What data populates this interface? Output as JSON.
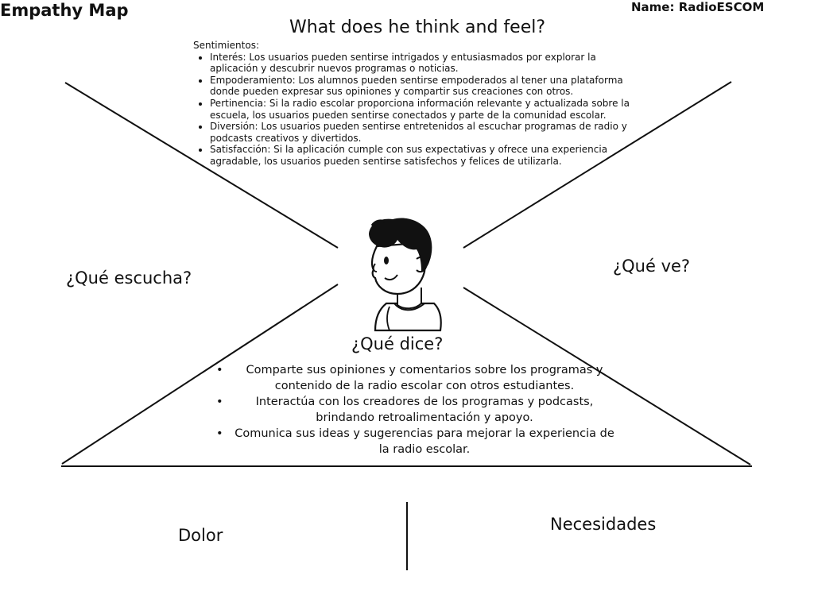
{
  "header": {
    "title": "Empathy Map",
    "name_label": "Name: RadioESCOM"
  },
  "think_feel": {
    "heading": "What does he think and feel?",
    "label": "Sentimientos:",
    "items": [
      "Interés: Los usuarios pueden sentirse intrigados y entusiasmados por explorar la aplicación y descubrir nuevos programas o noticias.",
      "Empoderamiento: Los alumnos pueden sentirse empoderados al tener una plataforma donde pueden expresar sus opiniones y compartir sus creaciones con otros.",
      "Pertinencia: Si la radio escolar proporciona información relevante y actualizada sobre la escuela, los usuarios pueden sentirse conectados y parte de la comunidad escolar.",
      "Diversión: Los usuarios pueden sentirse entretenidos al escuchar programas de radio y podcasts creativos y divertidos.",
      "Satisfacción: Si la aplicación cumple con sus expectativas y ofrece una experiencia agradable, los usuarios pueden sentirse satisfechos y felices de utilizarla."
    ]
  },
  "listens": {
    "heading": "¿Qué escucha?"
  },
  "sees": {
    "heading": "¿Qué ve?"
  },
  "says": {
    "heading": "¿Qué dice?",
    "items": [
      "Comparte sus opiniones y comentarios sobre los programas y contenido de la radio escolar con otros estudiantes.",
      "Interactúa con los creadores de los programas y podcasts, brindando retroalimentación y apoyo.",
      "Comunica sus ideas y sugerencias para mejorar la experiencia de la radio escolar."
    ]
  },
  "pain": {
    "heading": "Dolor"
  },
  "needs": {
    "heading": "Necesidades"
  },
  "avatar": {
    "icon": "person-head-icon"
  },
  "colors": {
    "ink": "#111111",
    "background": "#ffffff"
  }
}
